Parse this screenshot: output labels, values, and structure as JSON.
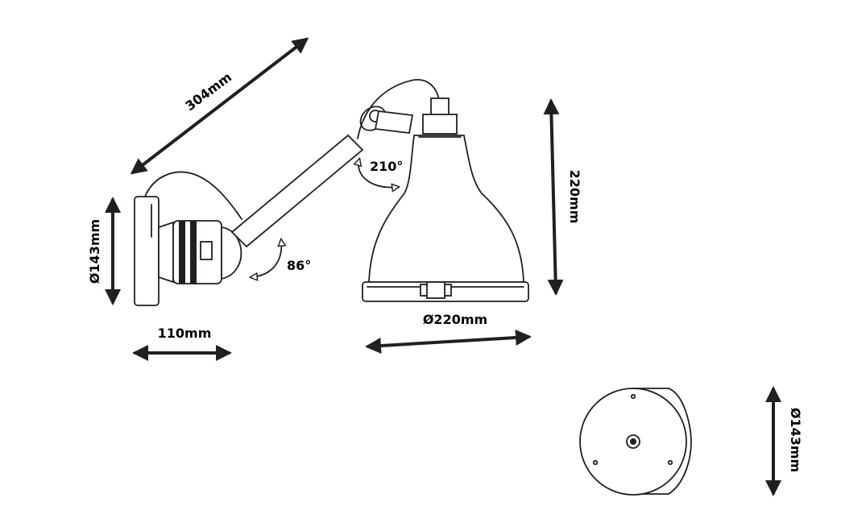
{
  "dimensions": {
    "arm_length": "304mm",
    "base_diameter_side": "Ø143mm",
    "base_depth": "110mm",
    "shade_height": "220mm",
    "shade_diameter": "Ø220mm",
    "base_diameter_front": "Ø143mm"
  },
  "angles": {
    "shade_rotation": "210°",
    "arm_rotation": "86°"
  },
  "colors": {
    "line": "#231f20",
    "background": "#ffffff"
  }
}
